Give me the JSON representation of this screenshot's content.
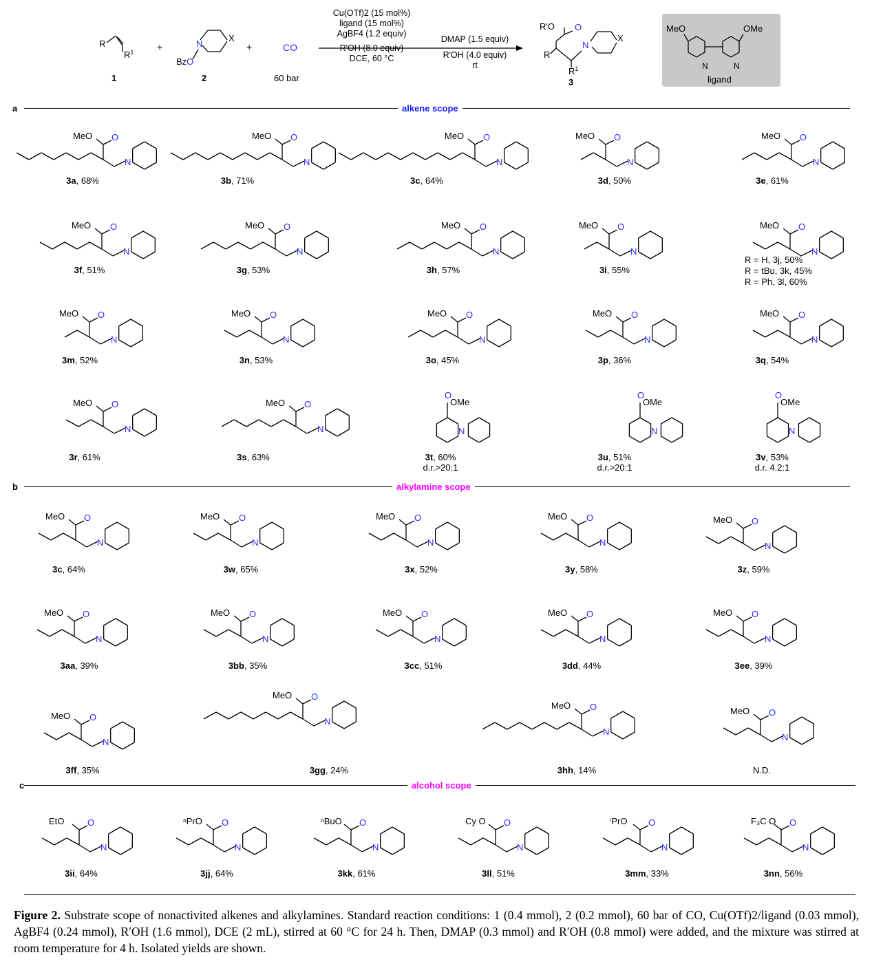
{
  "scheme": {
    "reactant1_label": "1",
    "reactant2_label": "2",
    "co": "CO",
    "co_pressure": "60 bar",
    "product_label": "3",
    "step1_conditions": [
      "Cu(OTf)2 (15 mol%)",
      "ligand (15 mol%)",
      "AgBF4 (1.2 equiv)",
      "R'OH (8.0 equiv)",
      "DCE, 60 °C"
    ],
    "step2_conditions": [
      "DMAP (1.5 equiv)",
      "R'OH (4.0 equiv)",
      "rt"
    ],
    "ligand_label": "ligand",
    "ligand_substituent": "MeO",
    "ligand_substituent_right": "OMe",
    "reactant2_group": "BzO",
    "product_ester": "R'O",
    "r": "R",
    "r1": "R1",
    "x": "X"
  },
  "sections": {
    "a": {
      "letter": "a",
      "title": "alkene scope"
    },
    "b": {
      "letter": "b",
      "title": "alkylamine scope"
    },
    "c": {
      "letter": "c",
      "title": "alcohol scope"
    }
  },
  "entries_a": [
    {
      "id": "3a",
      "yield": ", 68%"
    },
    {
      "id": "3b",
      "yield": ", 71%"
    },
    {
      "id": "3c",
      "yield": ", 64%"
    },
    {
      "id": "3d",
      "yield": ", 50%"
    },
    {
      "id": "3e",
      "yield": ", 61%"
    },
    {
      "id": "3f",
      "yield": ", 51%"
    },
    {
      "id": "3g",
      "yield": ", 53%"
    },
    {
      "id": "3h",
      "yield": ", 57%"
    },
    {
      "id": "3i",
      "yield": ", 55%"
    },
    {
      "id": "3m",
      "yield": ", 52%"
    },
    {
      "id": "3n",
      "yield": ", 53%"
    },
    {
      "id": "3o",
      "yield": ", 45%"
    },
    {
      "id": "3p",
      "yield": ", 36%"
    },
    {
      "id": "3q",
      "yield": ", 54%"
    },
    {
      "id": "3r",
      "yield": ", 61%"
    },
    {
      "id": "3s",
      "yield": ", 63%"
    },
    {
      "id": "3t",
      "yield": ", 60%",
      "dr": "d.r.>20:1"
    },
    {
      "id": "3u",
      "yield": ", 51%",
      "dr": "d.r.>20:1"
    },
    {
      "id": "3v",
      "yield": ", 53%",
      "dr": "d.r. 4.2:1"
    }
  ],
  "entry_3jkl": [
    "R = H, 3j, 50%",
    "R = tBu, 3k, 45%",
    "R = Ph, 3l, 60%"
  ],
  "entries_b": [
    {
      "id": "3c",
      "yield": ", 64%"
    },
    {
      "id": "3w",
      "yield": ", 65%"
    },
    {
      "id": "3x",
      "yield": ", 52%"
    },
    {
      "id": "3y",
      "yield": ", 58%"
    },
    {
      "id": "3z",
      "yield": ", 59%"
    },
    {
      "id": "3aa",
      "yield": ", 39%"
    },
    {
      "id": "3bb",
      "yield": ", 35%"
    },
    {
      "id": "3cc",
      "yield": ", 51%"
    },
    {
      "id": "3dd",
      "yield": ", 44%"
    },
    {
      "id": "3ee",
      "yield": ", 39%"
    },
    {
      "id": "3ff",
      "yield": ", 35%"
    },
    {
      "id": "3gg",
      "yield": ", 24%"
    },
    {
      "id": "3hh",
      "yield": ", 14%"
    },
    {
      "id": "nd",
      "yield": "N.D."
    }
  ],
  "entries_c": [
    {
      "id": "3ii",
      "yield": ", 64%"
    },
    {
      "id": "3jj",
      "yield": ", 64%"
    },
    {
      "id": "3kk",
      "yield": ", 61%"
    },
    {
      "id": "3ll",
      "yield": ", 51%"
    },
    {
      "id": "3mm",
      "yield": ", 33%"
    },
    {
      "id": "3nn",
      "yield": ", 56%"
    }
  ],
  "caption": {
    "label": "Figure 2.",
    "text": "Substrate scope of nonactivited alkenes and alkylamines. Standard reaction conditions: 1 (0.4 mmol), 2 (0.2 mmol), 60 bar of CO, Cu(OTf)2/ligand (0.03 mmol), AgBF4 (0.24 mmol), R′OH (1.6 mmol), DCE (2 mL), stirred at 60 °C for 24 h. Then, DMAP (0.3 mmol) and R′OH (0.8 mmol) were added, and the mixture was stirred at room temperature for 4 h. Isolated yields are shown."
  },
  "colors": {
    "oxygen": "#2b2bff",
    "nitrogen": "#2b2bff",
    "section_a": "#1a1aff",
    "section_bc": "#ff00ff",
    "ligand_box": "#c8c8c8"
  }
}
